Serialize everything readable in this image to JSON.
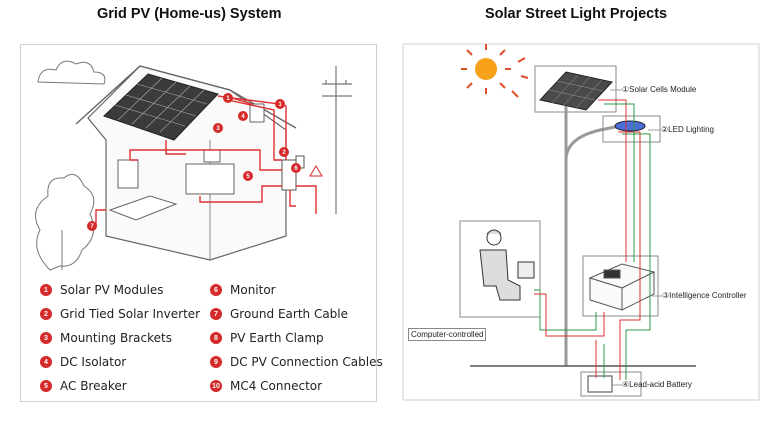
{
  "left": {
    "title": "Grid PV (Home-us) System",
    "legend": [
      {
        "num": "1",
        "label": "Solar PV Modules"
      },
      {
        "num": "2",
        "label": "Grid Tied Solar Inverter"
      },
      {
        "num": "3",
        "label": "Mounting Brackets"
      },
      {
        "num": "4",
        "label": "DC Isolator"
      },
      {
        "num": "5",
        "label": "AC Breaker"
      },
      {
        "num": "6",
        "label": "Monitor"
      },
      {
        "num": "7",
        "label": "Ground Earth Cable"
      },
      {
        "num": "8",
        "label": "PV Earth Clamp"
      },
      {
        "num": "9",
        "label": "DC PV Connection Cables"
      },
      {
        "num": "10",
        "label": "MC4 Connector"
      }
    ],
    "markers": [
      "1",
      "1",
      "2",
      "3",
      "4",
      "5",
      "6",
      "7"
    ]
  },
  "right": {
    "title": "Solar Street Light Projects",
    "labels": {
      "solar": "①Solar Cells Module",
      "led": "②LED Lighting",
      "controller": "③Intelligence Controller",
      "battery": "④Lead-acid Battery",
      "computer": "Computer-controlled"
    }
  },
  "colors": {
    "accent": "#d42a2a",
    "wire_red": "#e03030",
    "wire_green": "#2e9a4a",
    "sun": "#f7a11a"
  }
}
